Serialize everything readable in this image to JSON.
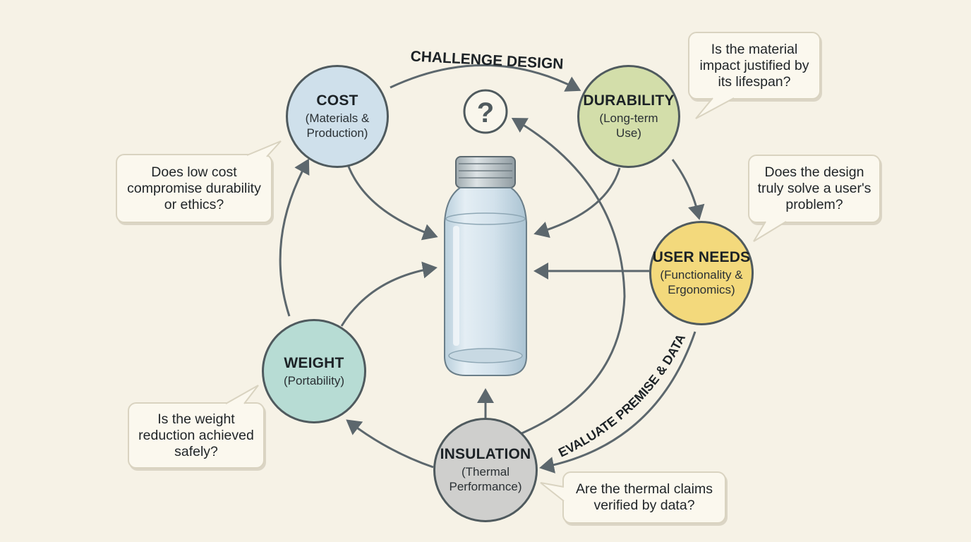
{
  "nodes": {
    "cost": {
      "title": "COST",
      "sub": "(Materials & Production)",
      "color": "#cfe0eb"
    },
    "durability": {
      "title": "DURABILITY",
      "sub": "(Long-term Use)",
      "color": "#d3deaa"
    },
    "user_needs": {
      "title": "USER NEEDS",
      "sub": "(Functionality & Ergonomics)",
      "color": "#f3d97c"
    },
    "insulation": {
      "title": "INSULATION",
      "sub": "(Thermal Performance)",
      "color": "#cfcfcd"
    },
    "weight": {
      "title": "WEIGHT",
      "sub": "(Portability)",
      "color": "#b7dcd4"
    }
  },
  "questions": {
    "cost": "Does low cost compromise durability or ethics?",
    "durability": "Is the material impact justified by its lifespan?",
    "user_needs": "Does the design truly solve a user's problem?",
    "insulation": "Are the thermal claims verified by data?",
    "weight": "Is the weight reduction achieved safely?"
  },
  "cycle_labels": {
    "top": "CHALLENGE DESIGN",
    "bottom": "EVALUATE PREMISE & DATA"
  },
  "center": {
    "question_mark": "?",
    "icon": "water-bottle-icon"
  },
  "colors": {
    "background": "#f6f2e6",
    "arrow": "#5c676d",
    "outline": "#4f5a5e"
  }
}
